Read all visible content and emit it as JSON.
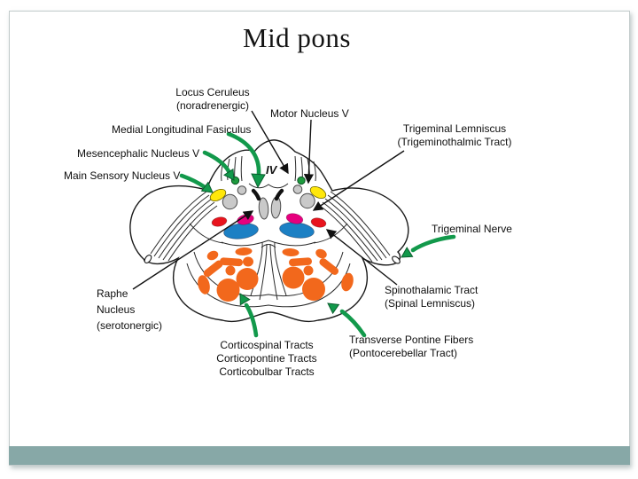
{
  "slide": {
    "title": "Mid pons",
    "accent_bar_color": "#87a8a7"
  },
  "diagram": {
    "ventricle_label": "IV",
    "labels": {
      "locus_ceruleus": {
        "line1": "Locus Ceruleus",
        "line2": "(noradrenergic)"
      },
      "motor_nucleus": {
        "line1": "Motor Nucleus V"
      },
      "medial_longitudinal_fasiculus": {
        "line1": "Medial Longitudinal Fasiculus"
      },
      "mesencephalic_nucleus": {
        "line1": "Mesencephalic Nucleus V"
      },
      "main_sensory_nucleus": {
        "line1": "Main Sensory Nucleus V"
      },
      "trigeminal_lemniscus": {
        "line1": "Trigeminal Lemniscus",
        "line2": "(Trigeminothalmic Tract)"
      },
      "trigeminal_nerve": {
        "line1": "Trigeminal Nerve"
      },
      "raphe_nucleus": {
        "line1": "Raphe",
        "line2": "Nucleus",
        "line3": "(serotonergic)"
      },
      "spinothalamic_tract": {
        "line1": "Spinothalamic Tract",
        "line2": "(Spinal Lemniscus)"
      },
      "corticospinal_tracts": {
        "line1": "Corticospinal Tracts",
        "line2": "Corticopontine Tracts",
        "line3": "Corticobulbar Tracts"
      },
      "transverse_pontine": {
        "line1": "Transverse Pontine Fibers",
        "line2": "(Pontocerebellar Tract)"
      }
    },
    "colors": {
      "outline": "#1a1a1a",
      "yellow_nucleus": "#ffe70a",
      "green_nucleus": "#1e9b3e",
      "gray_nucleus": "#c9c9c9",
      "red_nucleus": "#e8141e",
      "magenta_nucleus": "#e6007e",
      "blue_nucleus": "#1c80c4",
      "orange_tracts": "#f2681c",
      "arrow_green": "#12994b"
    }
  }
}
